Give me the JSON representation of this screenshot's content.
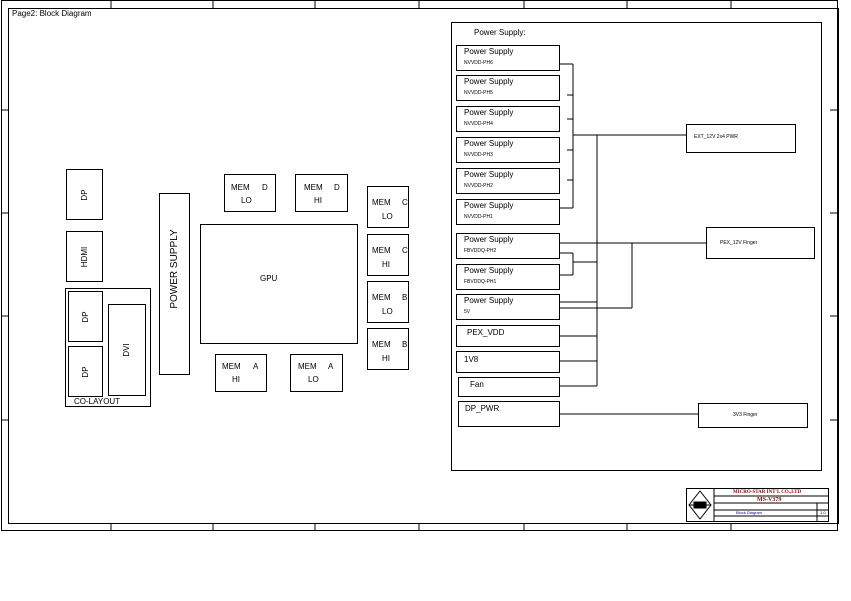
{
  "page_title": "Page2: Block Diagram",
  "gpu": "GPU",
  "power_supply_vertical": "POWER SUPPLY",
  "connectors": {
    "dp1": "DP",
    "hdmi": "HDMI",
    "dp2": "DP",
    "dp3": "DP",
    "dvi": "DVI",
    "co_layout": "CO-LAYOUT"
  },
  "memory": {
    "mem": "MEM",
    "d_lo": {
      "ch": "D",
      "pos": "LO"
    },
    "d_hi": {
      "ch": "D",
      "pos": "HI"
    },
    "c_lo": {
      "ch": "C",
      "pos": "LO"
    },
    "c_hi": {
      "ch": "C",
      "pos": "HI"
    },
    "b_lo": {
      "ch": "B",
      "pos": "LO"
    },
    "b_hi": {
      "ch": "B",
      "pos": "HI"
    },
    "a_hi": {
      "ch": "A",
      "pos": "HI"
    },
    "a_lo": {
      "ch": "A",
      "pos": "LO"
    }
  },
  "power": {
    "heading": "Power Supply:",
    "supply_label": "Power Supply",
    "rails": [
      "NVVDD-PH6",
      "NVVDD-PH5",
      "NVVDD-PH4",
      "NVVDD-PH3",
      "NVVDD-PH2",
      "NVVDD-PH1",
      "FBVDDQ-PH2",
      "FBVDDQ-PH1",
      "5V"
    ],
    "pex_vdd": "PEX_VDD",
    "v1v8": "1V8",
    "fan": "Fan",
    "dp_pwr": "DP_PWR",
    "ext_pwr": "EXT_12V 2x4 PWR",
    "pex_finger": "PEX_12V Finger",
    "finger_3v3": "3V3 Finger"
  },
  "title_block": {
    "company": "MICRO-STAR INT'L CO.,LTD",
    "model": "MS-V379",
    "title": "Block Diagram",
    "rev": "1.0"
  }
}
